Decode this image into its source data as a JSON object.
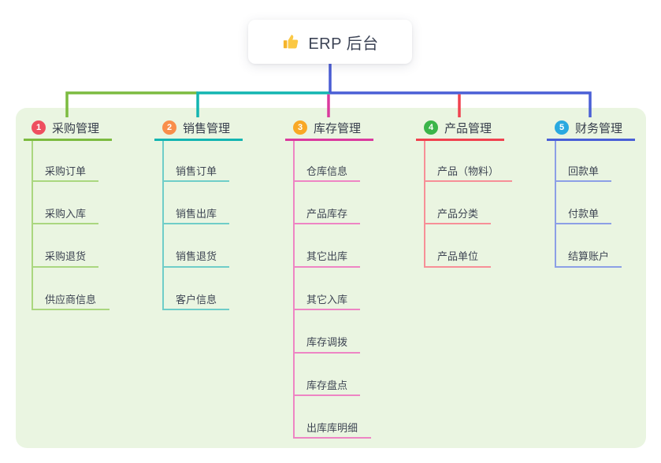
{
  "root": {
    "title": "ERP 后台",
    "icon": "thumbs-up-icon"
  },
  "theme": {
    "page_bg": "#ffffff",
    "panel_bg": "#eaf5e1",
    "root_connector_color": "#4a5cd4",
    "text_dark": "#3c4355"
  },
  "branches": [
    {
      "num": "1",
      "label": "采购管理",
      "badge_color": "#ee4f5f",
      "line_color": "#7cbb40",
      "child_line_color": "#aad77f",
      "children": [
        "采购订单",
        "采购入库",
        "采购退货",
        "供应商信息"
      ]
    },
    {
      "num": "2",
      "label": "销售管理",
      "badge_color": "#f98e4b",
      "line_color": "#13b5b1",
      "child_line_color": "#6fcdc8",
      "children": [
        "销售订单",
        "销售出库",
        "销售退货",
        "客户信息"
      ]
    },
    {
      "num": "3",
      "label": "库存管理",
      "badge_color": "#f9a825",
      "line_color": "#da3a9e",
      "child_line_color": "#ee85c4",
      "children": [
        "仓库信息",
        "产品库存",
        "其它出库",
        "其它入库",
        "库存调拨",
        "库存盘点",
        "出库库明细"
      ]
    },
    {
      "num": "4",
      "label": "产品管理",
      "badge_color": "#3bb54a",
      "line_color": "#f0424f",
      "child_line_color": "#f78f97",
      "children": [
        "产品（物料）",
        "产品分类",
        "产品单位"
      ]
    },
    {
      "num": "5",
      "label": "财务管理",
      "badge_color": "#29a9e0",
      "line_color": "#4a5fd6",
      "child_line_color": "#8c9fe6",
      "children": [
        "回款单",
        "付款单",
        "结算账户"
      ]
    }
  ]
}
